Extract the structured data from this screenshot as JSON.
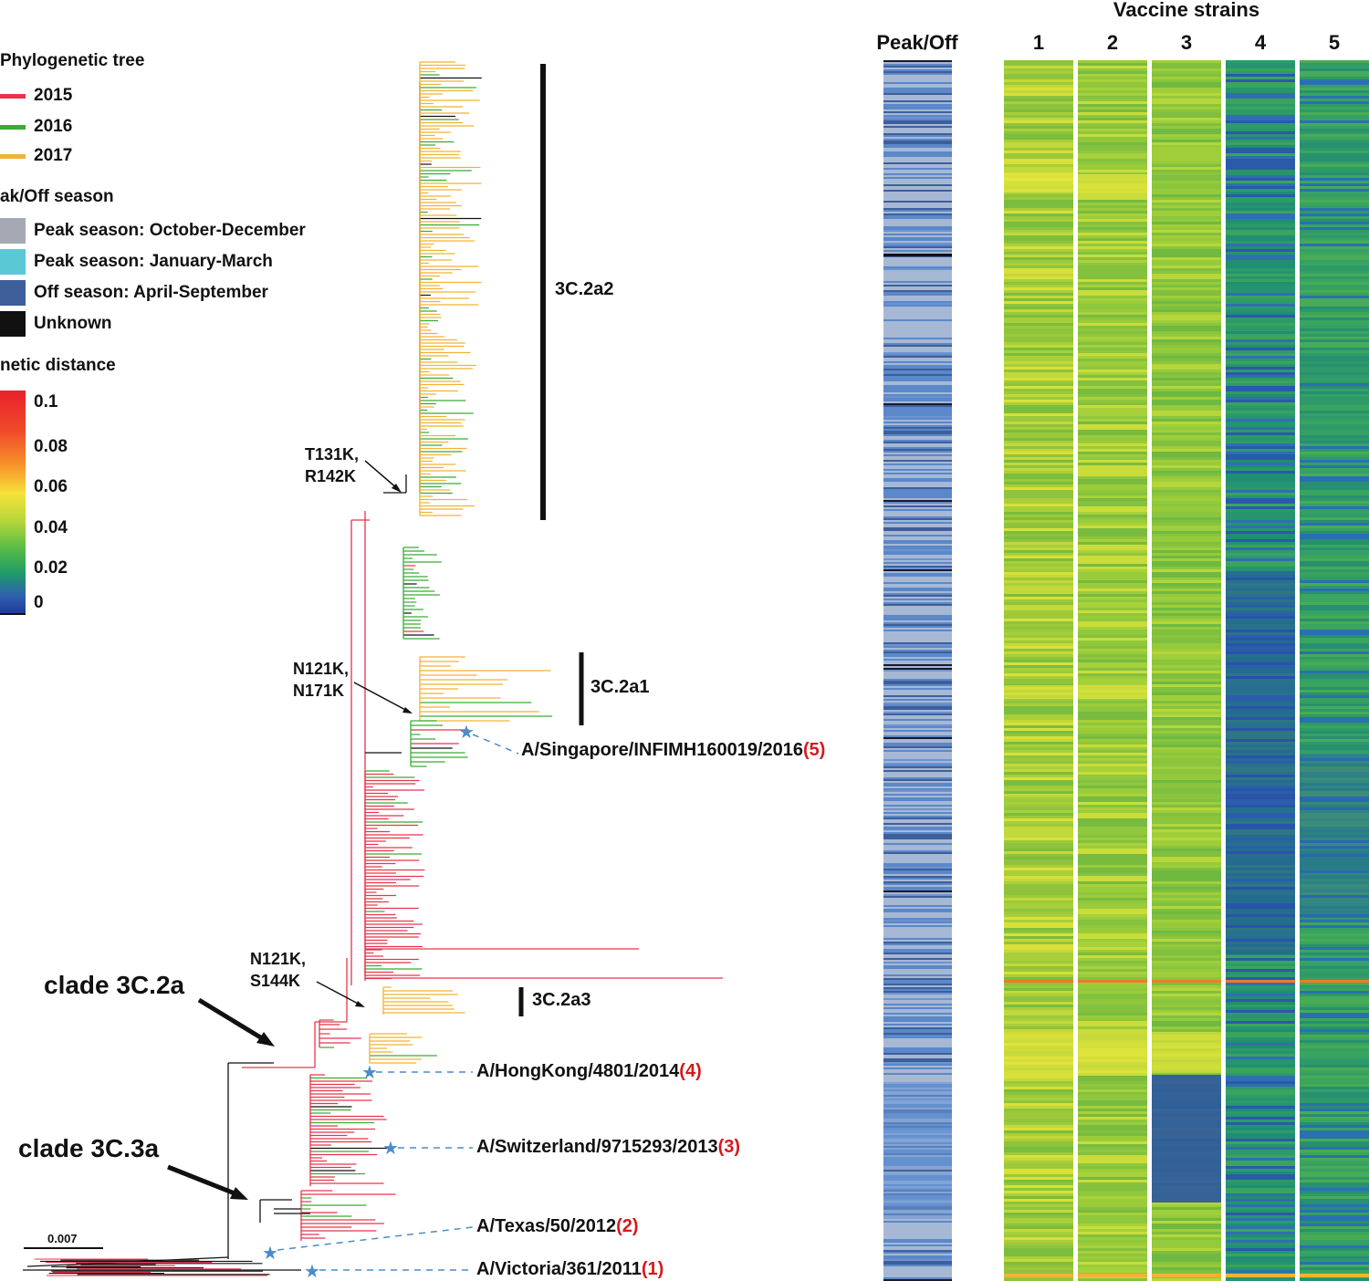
{
  "legend": {
    "tree_title": "Phylogenetic tree",
    "tree_years": [
      {
        "label": "2015",
        "color": "#e8344a"
      },
      {
        "label": "2016",
        "color": "#3aaa35"
      },
      {
        "label": "2017",
        "color": "#f2b233"
      }
    ],
    "season_title": "ak/Off season",
    "seasons": [
      {
        "label": "Peak season: October-December",
        "color": "#a4a9b3"
      },
      {
        "label": "Peak season: January-March",
        "color": "#5bc8d6"
      },
      {
        "label": "Off season: April-September",
        "color": "#3f5f9a"
      },
      {
        "label": "Unknown",
        "color": "#111111"
      }
    ],
    "distance_title": "netic distance",
    "distance_ticks": [
      "0.1",
      "0.08",
      "0.06",
      "0.04",
      "0.02",
      "0"
    ]
  },
  "tree": {
    "clades": [
      "3C.2a2",
      "3C.2a1",
      "3C.2a3"
    ],
    "clade_labels": [
      "clade 3C.2a",
      "clade 3C.3a"
    ],
    "mutations": [
      {
        "line1": "T131K,",
        "line2": "R142K"
      },
      {
        "line1": "N121K,",
        "line2": "N171K"
      },
      {
        "line1": "N121K,",
        "line2": "S144K"
      }
    ],
    "vaccine_strains": [
      {
        "name": "A/Singapore/INFIMH160019/2016",
        "num": "(5)"
      },
      {
        "name": "A/HongKong/4801/2014",
        "num": "(4)"
      },
      {
        "name": "A/Switzerland/9715293/2013",
        "num": "(3)"
      },
      {
        "name": "A/Texas/50/2012",
        "num": "(2)"
      },
      {
        "name": "A/Victoria/361/2011",
        "num": "(1)"
      }
    ],
    "scale_label": "0.007"
  },
  "heatmap": {
    "peak_header": "Peak/Off",
    "vaccine_header": "Vaccine strains",
    "columns": [
      "1",
      "2",
      "3",
      "4",
      "5"
    ]
  }
}
